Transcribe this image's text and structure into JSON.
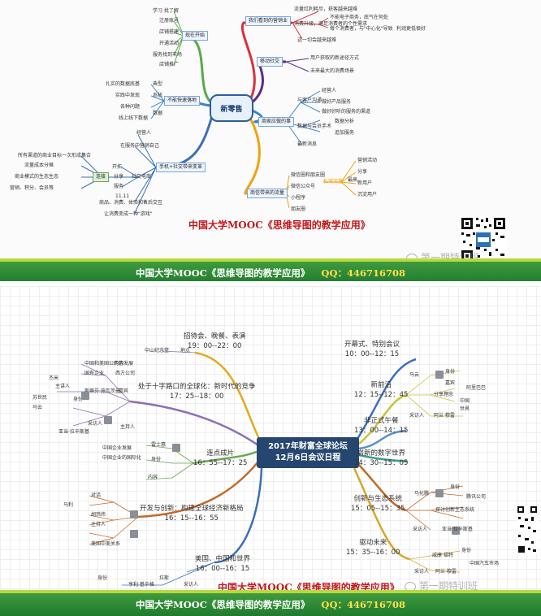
{
  "panel1": {
    "center": "新零售",
    "branches": {
      "yingxiao": {
        "title": "我们看到的营销业",
        "items": [
          "流量红利耗尽，获客越来越难",
          "消费升级，满足消费者的个性需求",
          "这一切会越来越难",
          "不能电子商务，底气在何处",
          "每个消费者，与\"中心化\"导致",
          "利润更低很好"
        ]
      },
      "yidong": {
        "title": "移动社交",
        "items": [
          "用户获取的新途径方式",
          "未来最大的消费场景"
        ]
      },
      "shangjia": {
        "title": "商家应做的事",
        "items": [
          "与客户沟通",
          "经营人",
          "做好产品服务",
          "做好好听的服务的渠道",
          "数据与会员手术",
          "数据分析",
          "追加服务",
          "最新消息"
        ]
      },
      "liuliang": {
        "title": "商信带来的流量",
        "items": [
          "微信圈和朋友圈",
          "微信公众号",
          "小程序",
          "朋友圈",
          "私域流量",
          "最高",
          "营销活动",
          "分享",
          "新用户",
          "沉淀用户"
        ]
      },
      "xianzai": {
        "title": "现在开始",
        "items": [
          "学习 找了解",
          "注册账号",
          "店铺搭建",
          "开通活动",
          "服务找到市场",
          "店铺推广"
        ]
      },
      "bujin": {
        "title": "不能快速落地",
        "items": [
          "扎实的数据底基",
          "典型",
          "实践中发现",
          "系统",
          "各种问题",
          "线上线下数据",
          "数据"
        ]
      },
      "shouji": {
        "title": "手机+社交带来变革",
        "items": [
          "经营人",
          "在服务中营销自己",
          "开拓",
          "社交电商",
          "分享",
          "服务",
          "11.11",
          "商品、消费、体验和售后交互",
          "让消费变成一种\"游戏\"",
          "连接",
          "所有渠道的商业目标一次形成集合",
          "流量成本分摊",
          "商业模式的生态生态",
          "营销、积分、会员等"
        ]
      }
    },
    "caption": "中国大学MOOC《思维导图的教学应用》",
    "watermark": "第一期特训班"
  },
  "bar": {
    "text": "中国大学MOOC《思维导图的教学应用》",
    "qq": "QQ：446716708"
  },
  "panel2": {
    "center_line1": "2017年财富全球论坛",
    "center_line2": "12月6日会议日程",
    "branches": [
      {
        "title": "招待会、晚餐、表演",
        "time": "19：00--22：00"
      },
      {
        "title": "处于十字路口的全球化：新时代的竞争",
        "time": "17：25--18：00"
      },
      {
        "title": "连点成片",
        "time": "16：55--17：25"
      },
      {
        "title": "开发与创新：构建全球经济新格局",
        "time": "16：15--16：55"
      },
      {
        "title": "美国、中国和世界",
        "time": "16：00--16：15"
      },
      {
        "title": "开幕式、特别会议",
        "time": "10：00--12：15"
      },
      {
        "title": "新前沿",
        "time": "12：15--12：45"
      },
      {
        "title": "非正式午餐",
        "time": "13：00--14：15"
      },
      {
        "title": "崭新的数字世界",
        "time": "14：30--15：05"
      },
      {
        "title": "创新与生态系统",
        "time": "15：05--15：35"
      },
      {
        "title": "驱动未来",
        "time": "15：35--16：00"
      }
    ],
    "leaves_left": [
      "中山纪念堂",
      "地点",
      "中国和美国公司的发展",
      "国有企业",
      "西方公司",
      "内容",
      "主持人",
      "嘉宾",
      "身份",
      "主讲人",
      "苏世民",
      "马云",
      "斯蒂芬·施瓦茨曼",
      "杰米",
      "采访人",
      "亚当·拉辛斯基",
      "雷士惠",
      "身份",
      "中国企业发展",
      "中国企业的国际化",
      "内容",
      "对话",
      "马利",
      "胡玮炜",
      "主持人",
      "美国中美关系",
      "身份",
      "拉斯",
      "亨利·基辛格",
      "采访人"
    ],
    "leaves_right": [
      "马云",
      "身份",
      "嘉宾",
      "阿里巴巴",
      "分享理念",
      "中国",
      "世界",
      "采访人",
      "阿兰·穆雷",
      "马化腾",
      "身份",
      "腾讯公司",
      "探讨创新生态系统",
      "采访人",
      "亚当·拉辛斯基",
      "威廉·福特",
      "身份",
      "采访人",
      "阿兰·穆雷",
      "中国汽车市场"
    ],
    "caption": "中国大学MOOC《思维导图的教学应用》",
    "watermark": "第一期特训班"
  },
  "colors": {
    "bar_green": "#2e8b37",
    "caption_red": "#c0181b",
    "center_navy": "#25466f",
    "qq_yellow": "#ffe14d"
  }
}
